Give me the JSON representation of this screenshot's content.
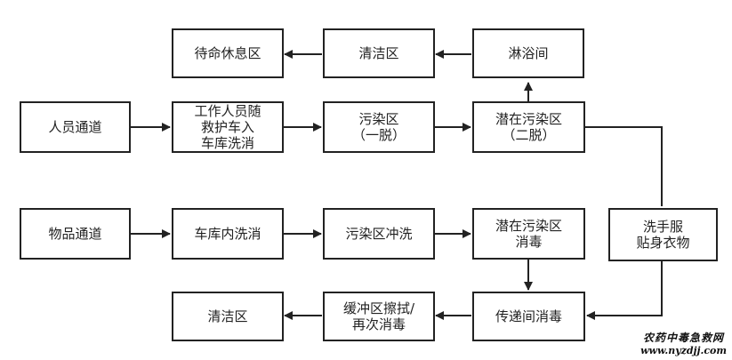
{
  "nodes": {
    "standby_rest_area": "待命休息区",
    "clean_area_top": "清洁区",
    "shower_room": "淋浴间",
    "personnel_channel": "人员通道",
    "staff_enter_vehicle": "工作人员随\n救护车入\n车库洗消",
    "contaminated_area_1": "污染区\n（一脱）",
    "potential_contaminated_area_2": "潜在污染区\n（二脱）",
    "goods_channel": "物品通道",
    "garage_washing": "车库内洗消",
    "contaminated_area_rinse": "污染区冲洗",
    "potential_contaminated_disinfect": "潜在污染区\n消毒",
    "wash_hands_clothes": "洗手服\n贴身衣物",
    "clean_area_bottom": "清洁区",
    "buffer_wipe_disinfect": "缓冲区擦拭/\n再次消毒",
    "pass_room_disinfect": "传递间消毒"
  },
  "watermark": {
    "name": "农药中毒急救网",
    "url": "www.nyzdjj.com"
  }
}
